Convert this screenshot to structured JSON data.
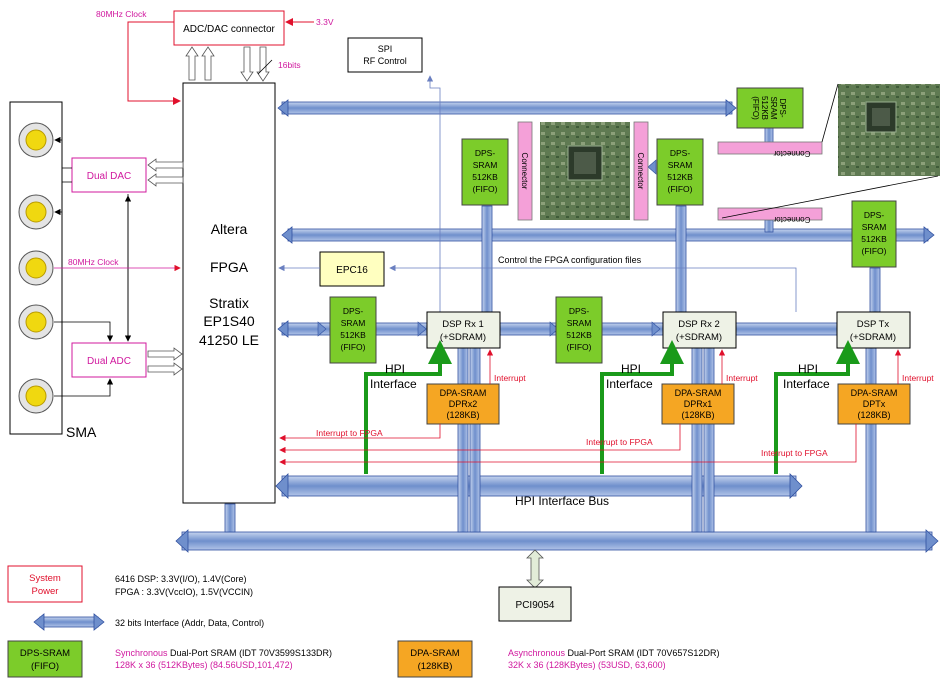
{
  "clock_top": "80MHz Clock",
  "clock_mid": "80MHz Clock",
  "adc_dac_connector": "ADC/DAC connector",
  "v33": "3.3V",
  "bits16": "16bits",
  "spi_line1": "SPI",
  "spi_line2": "RF Control",
  "fpga": {
    "l1": "Altera",
    "l2": "FPGA",
    "l3": "Stratix",
    "l4": "EP1S40",
    "l5": "41250 LE"
  },
  "dual_dac": "Dual DAC",
  "dual_adc": "Dual ADC",
  "sma": "SMA",
  "epc16": "EPC16",
  "control_fpga": "Control the FPGA configuration files",
  "dps_fifo": {
    "l1": "DPS-",
    "l2": "SRAM",
    "l3": "512KB",
    "l4": "(FIFO)"
  },
  "dps_fifo_small": {
    "l1": "DPS-",
    "l2": "SRAM",
    "l3": "512KB",
    "l4": "(FIFO)"
  },
  "connector": "Connector",
  "dsp_rx1": {
    "l1": "DSP Rx 1",
    "l2": "(+SDRAM)"
  },
  "dsp_rx2": {
    "l1": "DSP Rx 2",
    "l2": "(+SDRAM)"
  },
  "dsp_tx": {
    "l1": "DSP Tx",
    "l2": "(+SDRAM)"
  },
  "dpa_rx2": {
    "l1": "DPA-SRAM",
    "l2": "DPRx2",
    "l3": "(128KB)"
  },
  "dpa_rx1": {
    "l1": "DPA-SRAM",
    "l2": "DPRx1",
    "l3": "(128KB)"
  },
  "dpa_tx": {
    "l1": "DPA-SRAM",
    "l2": "DPTx",
    "l3": "(128KB)"
  },
  "hpi_label": {
    "l1": "HPI",
    "l2": "Interface"
  },
  "interrupt": "Interrupt",
  "interrupt_to_fpga": "Interrupt to FPGA",
  "hpi_bus": "HPI Interface Bus",
  "pci": "PCI9054",
  "legend": {
    "system_power": {
      "l1": "System",
      "l2": "Power"
    },
    "power_line1": "6416 DSP: 3.3V(I/O), 1.4V(Core)",
    "power_line2": "FPGA : 3.3V(VccIO), 1.5V(VCCIN)",
    "bus_desc": "32 bits Interface (Addr, Data, Control)",
    "dps_box": {
      "l1": "DPS-SRAM",
      "l2": "(FIFO)"
    },
    "sync_word": "Synchronous",
    "sync_rest": " Dual-Port SRAM (IDT 70V3599S133DR)",
    "sync_line2": "128K x 36 (512KBytes) (84.56USD,101,472)",
    "dpa_box": {
      "l1": "DPA-SRAM",
      "l2": "(128KB)"
    },
    "async_word": "Asynchronous",
    "async_rest": " Dual-Port SRAM (IDT 70V657S12DR)",
    "async_line2": "32K x 36 (128KBytes) (53USD, 63,600)"
  },
  "colors": {
    "green": "#7ccc2a",
    "orange": "#f5a623",
    "pink": "#f4a0d8",
    "bus": "#8aa7d8",
    "red": "#e0102c",
    "magenta": "#d0189e"
  }
}
